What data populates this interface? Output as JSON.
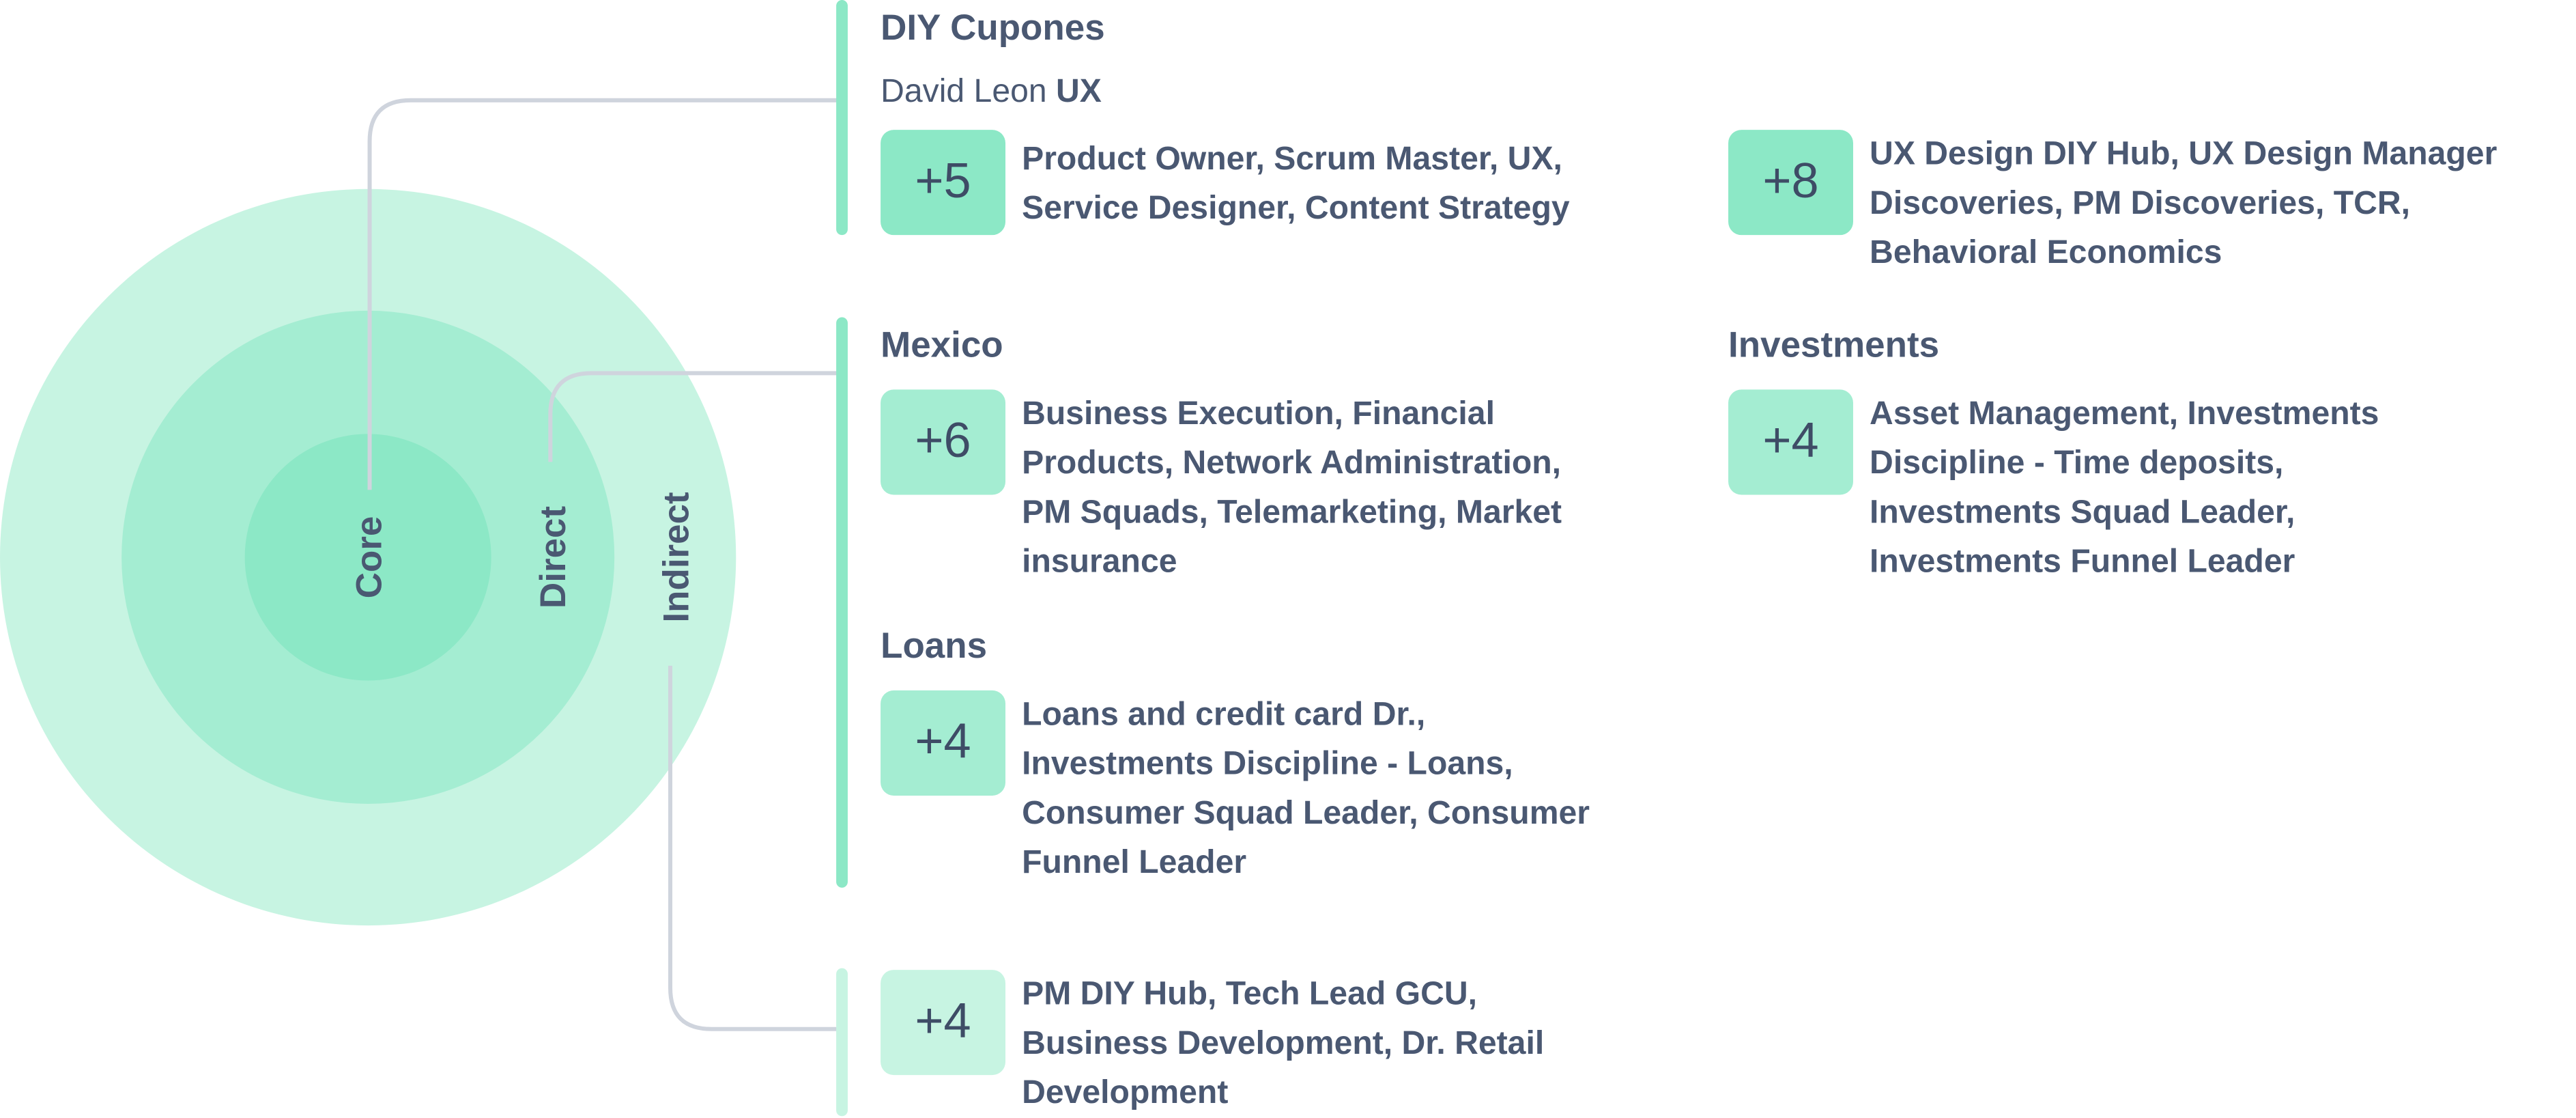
{
  "rings": {
    "core_label": "Core",
    "direct_label": "Direct",
    "indirect_label": "Indirect"
  },
  "colors": {
    "outer_ring": "#c7f4e2",
    "middle_ring": "#a4edd2",
    "core": "#8ce8c6",
    "connector": "#d3d7df",
    "text": "#4a5872"
  },
  "core_group": {
    "title": "DIY Cupones",
    "owner_name": "David Leon",
    "owner_role": "UX",
    "teams": [
      {
        "count": "+5",
        "roles": "Product Owner, Scrum Master, UX, Service Designer, Content Strategy"
      },
      {
        "count": "+8",
        "roles": "UX Design DIY Hub, UX Design Manager Discoveries, PM Discoveries, TCR, Behavioral Economics"
      }
    ]
  },
  "direct_group": {
    "sections": [
      {
        "title": "Mexico",
        "count": "+6",
        "roles": "Business Execution, Financial Products, Network Administration, PM Squads, Telemarketing, Market insurance"
      },
      {
        "title": "Investments",
        "count": "+4",
        "roles": "Asset Management, Investments Discipline - Time deposits, Investments Squad Leader, Investments Funnel Leader"
      },
      {
        "title": "Loans",
        "count": "+4",
        "roles": "Loans and credit card Dr., Investments Discipline - Loans, Consumer Squad Leader, Consumer Funnel Leader"
      }
    ]
  },
  "indirect_group": {
    "count": "+4",
    "roles": "PM DIY Hub, Tech Lead GCU, Business Development, Dr. Retail Development"
  }
}
